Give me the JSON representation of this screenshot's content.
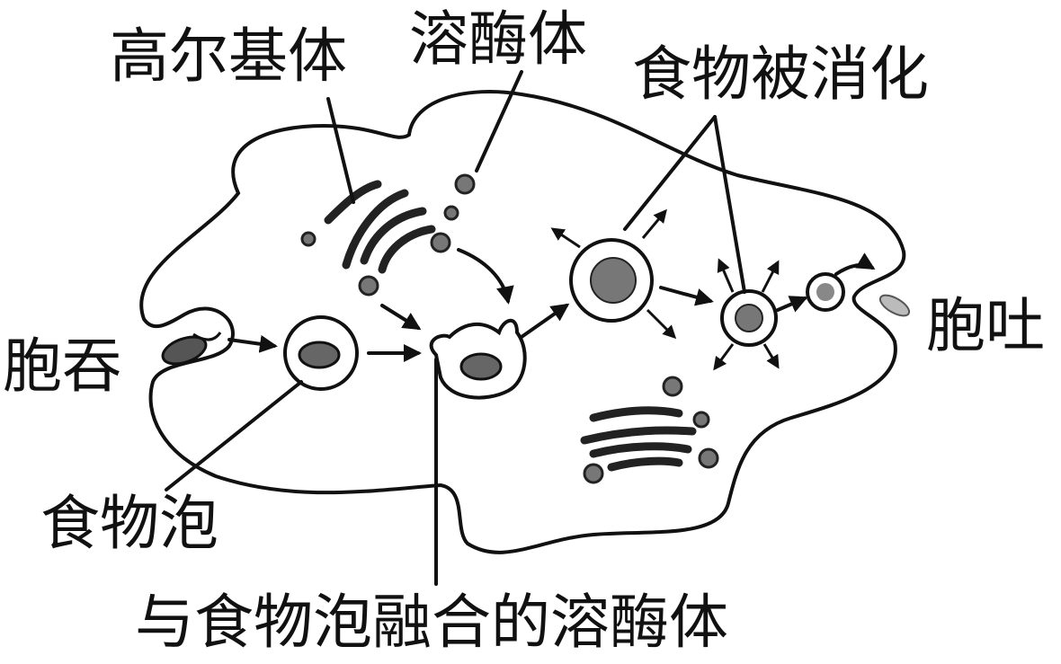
{
  "labels": {
    "golgi": "高尔基体",
    "lysosome": "溶酶体",
    "digested": "食物被消化",
    "endocytosis": "胞吞",
    "exocytosis": "胞吐",
    "food_vacuole": "食物泡",
    "fused_lysosome": "与食物泡融合的溶酶体"
  },
  "colors": {
    "ink": "#111111",
    "background": "#ffffff"
  }
}
